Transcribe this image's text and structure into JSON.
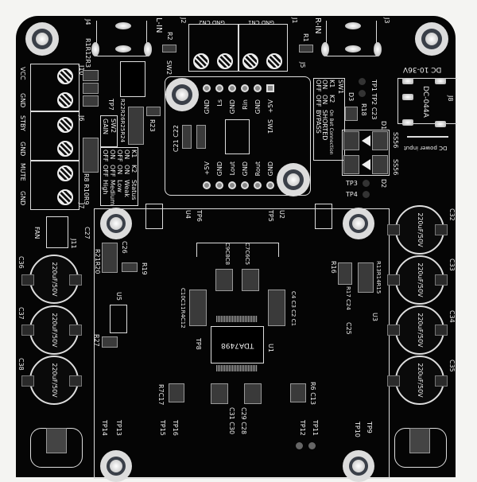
{
  "board": {
    "colors": {
      "solder_mask": "#050505",
      "silkscreen": "#eeeeee",
      "background": "#f4f4f2"
    },
    "left_terminals": [
      "VCC",
      "GND",
      "STBY",
      "GND",
      "MUTE",
      "GND"
    ],
    "top_connectors": {
      "j4": "J4",
      "l_in": "L-IN",
      "r_in": "R-IN",
      "j3": "J3",
      "j2": "J2",
      "j1": "J1",
      "cn2": "GND CN2",
      "cn1": "GND CN1",
      "j5": "J5"
    },
    "refs": {
      "r1r2r3": "R1R12R3",
      "r2": "R2",
      "sw2": "SW2",
      "r1": "R1",
      "j10": "J10",
      "j6": "J6",
      "j7": "J7",
      "tp7": "TP7",
      "r22": "R22R26R25R24",
      "r23": "R23",
      "r8": "R8 R10R9",
      "j11": "J11",
      "fan": "FAN",
      "c27": "C27",
      "c26": "C26",
      "r21": "R21R20",
      "r19": "R19",
      "u5": "U5",
      "r27": "R27",
      "u4": "U4",
      "tp6": "TP6",
      "tp5": "TP5",
      "u2": "U2",
      "c9": "C9C8C8",
      "c7": "C7C6C5",
      "c10": "C10C11R4C12",
      "c4": "C4 C3 C2 C1",
      "tp8": "TP8",
      "u1": "U1",
      "r16": "R16",
      "r13": "R13R14R15",
      "r17": "R17 C24",
      "c25": "C25",
      "u3": "U3",
      "r7": "R7C17",
      "r6": "R6 C13",
      "c31": "C31 C30",
      "c29": "C29 C28",
      "tp14": "TP14",
      "tp13": "TP13",
      "tp15": "TP15",
      "tp16": "TP16",
      "tp12": "TP12",
      "tp11": "TP11",
      "tp10": "TP10",
      "tp9": "TP9",
      "c36": "C36",
      "c37": "C37",
      "c38": "C38",
      "c32": "C32",
      "c33": "C33",
      "c34": "C34",
      "c35": "C35",
      "tp1": "TP1 TP2 C23",
      "d3": "D3",
      "r18": "R18",
      "d1": "D1",
      "d2": "D2",
      "tp3": "TP3",
      "tp4": "TP4",
      "j8": "J8"
    },
    "gain_table": {
      "rows": [
        [
          "SW2",
          "K1",
          "K2",
          "Status"
        ],
        [
          "GAIN",
          "ON",
          "ON",
          "Weak"
        ],
        [
          "",
          "OFF",
          "ON",
          "Low"
        ],
        [
          "",
          "ON",
          "OFF",
          "Medium"
        ],
        [
          "",
          "OFF",
          "OFF",
          "High"
        ]
      ]
    },
    "sw1_table": {
      "rows": [
        [
          "SW1",
          "K1",
          "K2",
          "On Bet Connection"
        ],
        [
          "",
          "ON",
          "ON",
          "SHORTED"
        ],
        [
          "",
          "OFF",
          "OFF",
          "BYPASS"
        ]
      ]
    },
    "module": {
      "top_pins": [
        "GND",
        "Ls",
        "GND",
        "Rin",
        "GND",
        "+5V"
      ],
      "bottom_pins": [
        "+5V",
        "GND",
        "Lout",
        "GND",
        "Rout",
        "GND"
      ],
      "sw": "SW1",
      "c21": "C21 C22"
    },
    "ic_label": "TDA7498",
    "cap_value": "220uF/50V",
    "diode": "SS56",
    "dc_jack": {
      "model": "DC-044A",
      "range": "DC 10-36V",
      "input": "DC power input"
    }
  }
}
